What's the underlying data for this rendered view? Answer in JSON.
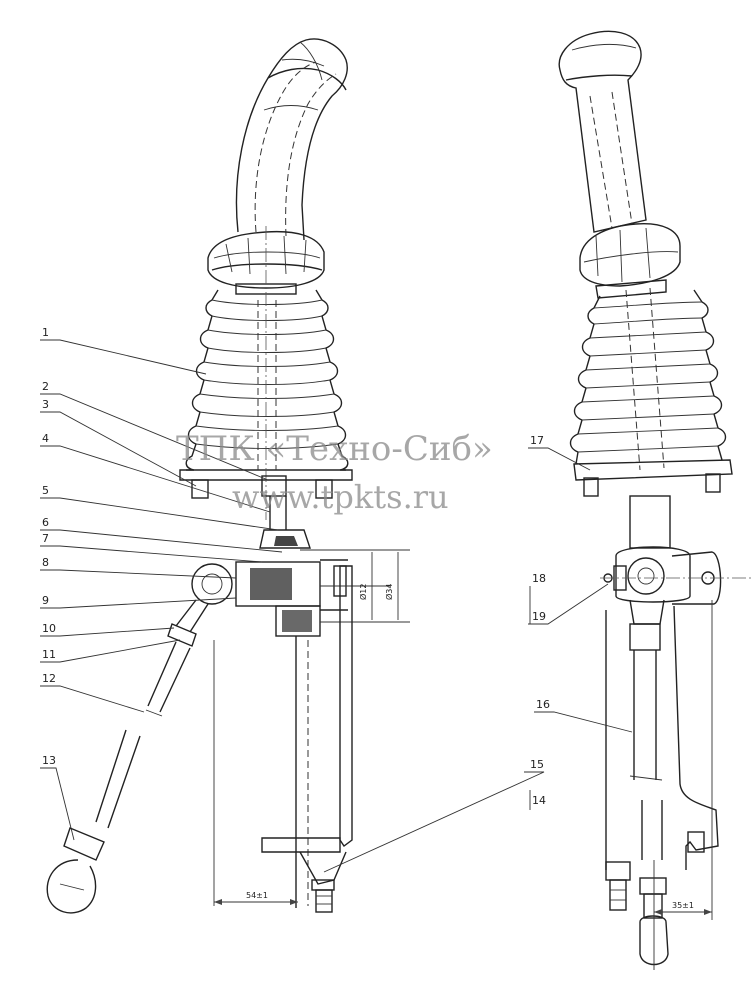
{
  "watermark": {
    "line1": "ТПК «Техно-Сиб»",
    "line2": "www.tpkts.ru"
  },
  "callouts": [
    {
      "id": "c1",
      "label": "1"
    },
    {
      "id": "c2",
      "label": "2"
    },
    {
      "id": "c3",
      "label": "3"
    },
    {
      "id": "c4",
      "label": "4"
    },
    {
      "id": "c5",
      "label": "5"
    },
    {
      "id": "c6",
      "label": "6"
    },
    {
      "id": "c7",
      "label": "7"
    },
    {
      "id": "c8",
      "label": "8"
    },
    {
      "id": "c9",
      "label": "9"
    },
    {
      "id": "c10",
      "label": "10"
    },
    {
      "id": "c11",
      "label": "11"
    },
    {
      "id": "c12",
      "label": "12"
    },
    {
      "id": "c13",
      "label": "13"
    },
    {
      "id": "c14",
      "label": "14"
    },
    {
      "id": "c15",
      "label": "15"
    },
    {
      "id": "c16",
      "label": "16"
    },
    {
      "id": "c17",
      "label": "17"
    },
    {
      "id": "c18",
      "label": "18"
    },
    {
      "id": "c19",
      "label": "19"
    }
  ],
  "dimensions": {
    "left_bottom": "54±1",
    "right_bottom": "35±1"
  }
}
